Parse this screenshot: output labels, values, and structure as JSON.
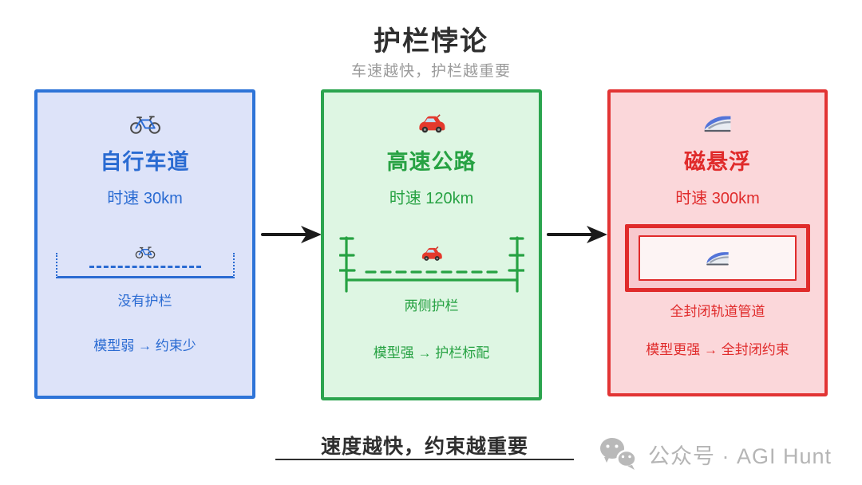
{
  "header": {
    "title": "护栏悖论",
    "subtitle": "车速越快，护栏越重要"
  },
  "cards": [
    {
      "title": "自行车道",
      "speed": "时速 30km",
      "icon": "bicycle-icon",
      "diagram_label": "没有护栏",
      "conclusion": "模型弱 → 约束少",
      "colors": {
        "accent": "#2a6bd2",
        "border": "#2e74d8",
        "background": "#dde3f9"
      }
    },
    {
      "title": "高速公路",
      "speed": "时速 120km",
      "icon": "car-icon",
      "diagram_label": "两侧护栏",
      "conclusion": "模型强 → 护栏标配",
      "colors": {
        "accent": "#27a243",
        "border": "#2ba44e",
        "background": "#def6e3"
      }
    },
    {
      "title": "磁悬浮",
      "speed": "时速 300km",
      "icon": "train-icon",
      "diagram_label": "全封闭轨道管道",
      "conclusion": "模型更强 → 全封闭约束",
      "colors": {
        "accent": "#e02b2b",
        "border": "#e23434",
        "background": "#fbd7da",
        "tube_bg": "#f8c9ce",
        "tube_inner_bg": "#fdf4f4"
      }
    }
  ],
  "arrows": {
    "color": "#1a1a1a"
  },
  "footer": {
    "slogan": "速度越快，约束越重要",
    "watermark": "公众号 · AGI Hunt"
  }
}
